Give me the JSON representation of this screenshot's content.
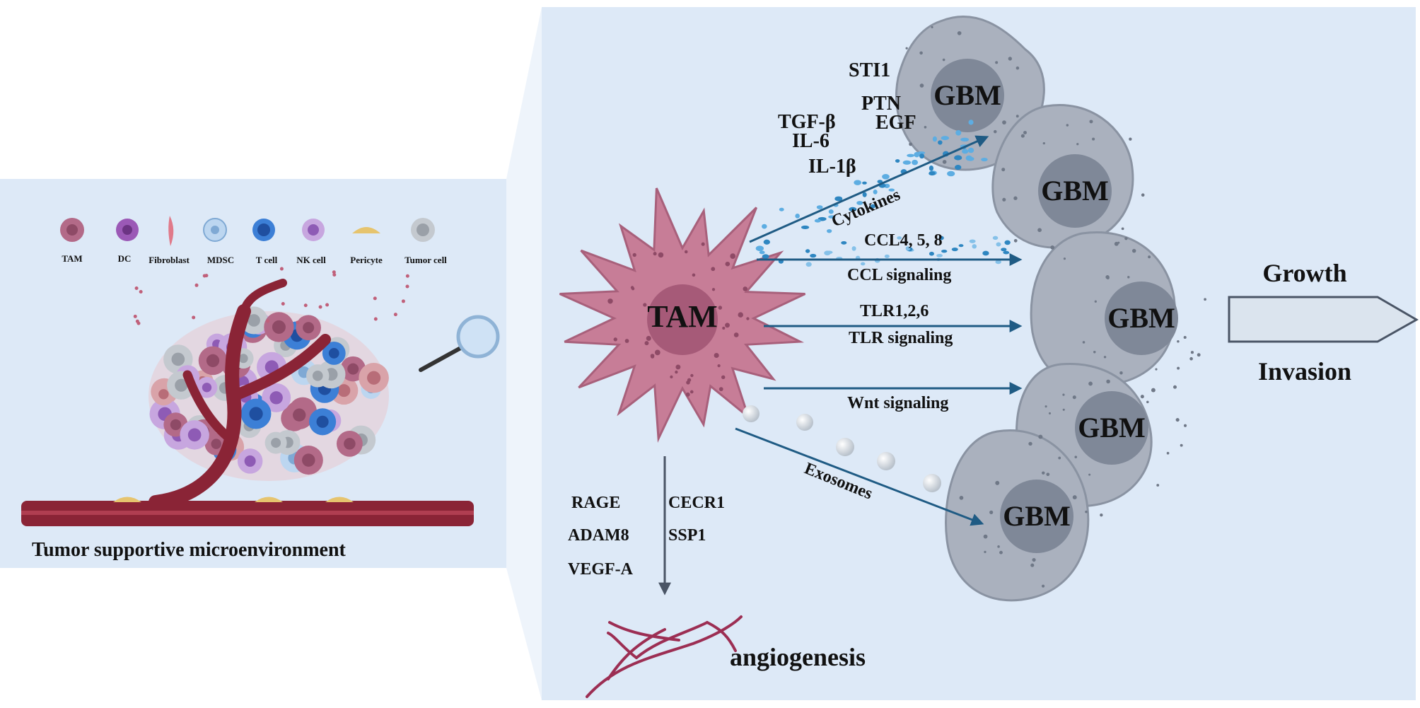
{
  "left_panel": {
    "legend": [
      "TAM",
      "DC",
      "Fibroblast",
      "MDSC",
      "T cell",
      "NK cell",
      "Pericyte",
      "Tumor cell"
    ],
    "title": "Tumor supportive microenvironment"
  },
  "right_panel": {
    "tam_label": "TAM",
    "gbm_labels": [
      "GBM",
      "GBM",
      "GBM",
      "GBM",
      "GBM"
    ],
    "cytokines": {
      "col1": [
        "TGF-β",
        "IL-6",
        "IL-1β"
      ],
      "col2": [
        "STI1",
        "PTN",
        "EGF"
      ],
      "label": "Cytokines"
    },
    "ccl": {
      "top": "CCL4, 5, 8",
      "bottom": "CCL signaling"
    },
    "tlr": {
      "top": "TLR1,2,6",
      "bottom": "TLR signaling"
    },
    "wnt": "Wnt signaling",
    "exosomes": "Exosomes",
    "angio_factors": {
      "col1": [
        "RAGE",
        "ADAM8",
        "VEGF-A"
      ],
      "col2": [
        "CECR1",
        "SSP1"
      ]
    },
    "angiogenesis": "angiogenesis",
    "growth": "Growth",
    "invasion": "Invasion"
  },
  "colors": {
    "panel_bg": "#dde9f7",
    "arrow": "#1f5b84",
    "tam": "#c77d97",
    "gbm": "#aab1be",
    "vessel": "#8a2436"
  }
}
